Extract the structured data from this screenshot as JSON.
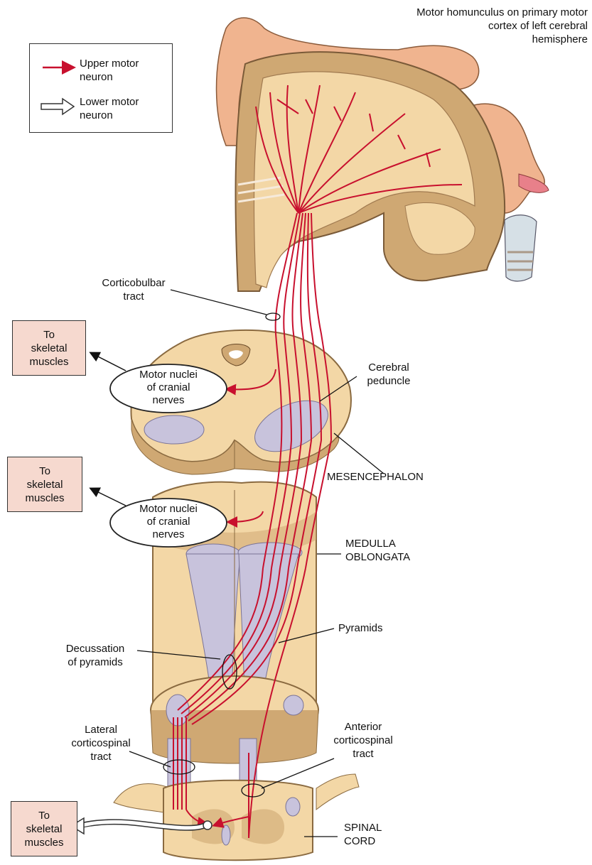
{
  "legend": {
    "upper": "Upper motor\nneuron",
    "lower": "Lower motor\nneuron"
  },
  "labels": {
    "homunculus": "Motor homunculus on primary motor\ncortex of left cerebral\nhemisphere",
    "corticobulbar": "Corticobulbar\ntract",
    "cerebral_peduncle": "Cerebral\npeduncle",
    "mesencephalon": "MESENCEPHALON",
    "medulla": "MEDULLA\nOBLONGATA",
    "pyramids": "Pyramids",
    "decussation": "Decussation\nof pyramids",
    "lateral_tract": "Lateral\ncorticospinal\ntract",
    "anterior_tract": "Anterior\ncorticospinal\ntract",
    "spinal_cord": "SPINAL\nCORD"
  },
  "motor_nuclei": [
    "Motor nuclei\nof cranial\nnerves",
    "Motor nuclei\nof cranial\nnerves"
  ],
  "target_boxes": [
    "To\nskeletal\nmuscles",
    "To\nskeletal\nmuscles",
    "To\nskeletal\nmuscles"
  ],
  "colors": {
    "upper_neuron": "#c8102e",
    "tissue": "#f3d7a6",
    "tissue_dark": "#cfa873",
    "tract": "#c8c3dc",
    "box_fill": "#f6d9cf"
  }
}
